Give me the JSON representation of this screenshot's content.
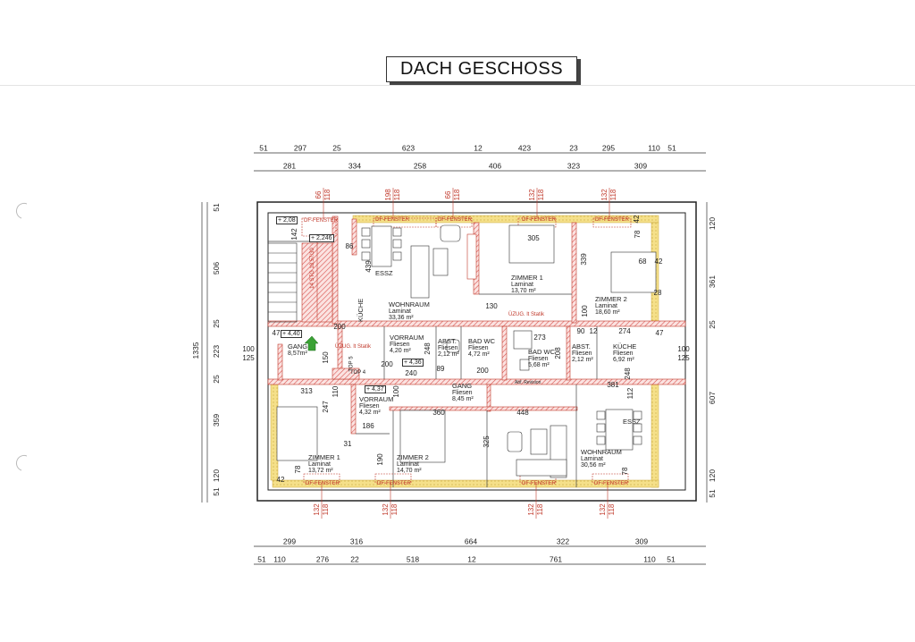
{
  "title": "DACH GESCHOSS",
  "colors": {
    "wall_hatch": "#d9534f",
    "insulation": "#f5e08a",
    "outline": "#222222",
    "annotation_red": "#c0392b"
  },
  "dimensions": {
    "top_row1": [
      "51",
      "297",
      "25",
      "623",
      "12",
      "423",
      "23",
      "295",
      "110",
      "51"
    ],
    "top_row2": [
      "281",
      "334",
      "258",
      "406",
      "323",
      "309"
    ],
    "bottom_row1": [
      "299",
      "316",
      "664",
      "322",
      "309"
    ],
    "bottom_row2": [
      "51",
      "110",
      "276",
      "22",
      "518",
      "12",
      "761",
      "110",
      "51"
    ],
    "left_column": [
      "51",
      "506",
      "25",
      "223",
      "25",
      "359",
      "120",
      "51"
    ],
    "left_total": "1335",
    "right_column": [
      "120",
      "361",
      "25",
      "607",
      "120",
      "51"
    ],
    "side_left": [
      "100",
      "125"
    ],
    "side_right": [
      "100",
      "125"
    ]
  },
  "window_heights": {
    "top": [
      [
        "66",
        "118"
      ],
      [
        "198",
        "118"
      ],
      [
        "66",
        "118"
      ],
      [
        "132",
        "118"
      ],
      [
        "132",
        "118"
      ]
    ],
    "bottom": [
      [
        "132",
        "118"
      ],
      [
        "132",
        "118"
      ],
      [
        "132",
        "118"
      ],
      [
        "132",
        "118"
      ]
    ]
  },
  "rooms": [
    {
      "name": "GANG",
      "area": "8,57m²"
    },
    {
      "name": "WOHNRAUM",
      "floor": "Laminat",
      "area": "33,36 m²"
    },
    {
      "name": "ESSZ"
    },
    {
      "name": "KÜCHE"
    },
    {
      "name": "VORRAUM",
      "floor": "Fliesen",
      "area": "4,20 m²"
    },
    {
      "name": "ABST.",
      "floor": "Fliesen",
      "area": "2,12 m²"
    },
    {
      "name": "BAD WC",
      "floor": "Fliesen",
      "area": "4,72 m²"
    },
    {
      "name": "ZIMMER 1",
      "floor": "Laminat",
      "area": "13,70 m²"
    },
    {
      "name": "ZIMMER 2",
      "floor": "Laminat",
      "area": "18,60 m²"
    },
    {
      "name": "BAD WC",
      "floor": "Fliesen",
      "area": "5,68 m²"
    },
    {
      "name": "ABST.",
      "floor": "Fliesen",
      "area": "2,12 m²"
    },
    {
      "name": "KÜCHE",
      "floor": "Fliesen",
      "area": "6,92 m²"
    },
    {
      "name": "GANG",
      "floor": "Fliesen",
      "area": "8,45 m²"
    },
    {
      "name": "VORRAUM",
      "floor": "Fliesen",
      "area": "4,32 m²"
    },
    {
      "name": "ZIMMER 1",
      "floor": "Laminat",
      "area": "13,72 m²"
    },
    {
      "name": "ZIMMER 2",
      "floor": "Laminat",
      "area": "14,70 m²"
    },
    {
      "name": "WOHNRAUM",
      "floor": "Laminat",
      "area": "30,56 m²"
    },
    {
      "name": "ESSZ"
    }
  ],
  "level_markers": [
    "+ 2,08",
    "+ 2,246",
    "+ 4,40",
    "+ 4,36",
    "+ 4,37"
  ],
  "annotations": {
    "roof_window": "DF-FENSTER",
    "stair": "14 STG 18,57/30",
    "beam": "ÜZUG. lt Statik",
    "top5": "TOP 5",
    "top4": "TOP 4",
    "revision": "Abf. Revision"
  },
  "inner_dimensions": [
    "142",
    "86",
    "439",
    "200",
    "150",
    "200",
    "240",
    "248",
    "89",
    "200",
    "130",
    "305",
    "339",
    "78",
    "42",
    "68",
    "42",
    "28",
    "100",
    "90",
    "12",
    "274",
    "47",
    "47",
    "273",
    "208",
    "248",
    "381",
    "112",
    "313",
    "110",
    "247",
    "186",
    "31",
    "100",
    "360",
    "448",
    "325",
    "190",
    "78",
    "42",
    "78"
  ]
}
